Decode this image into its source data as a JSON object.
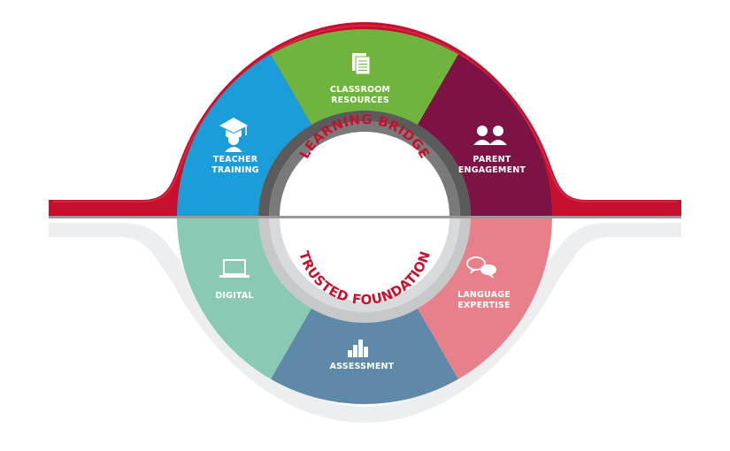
{
  "diagram": {
    "top_title": "LEARNING BRIDGE",
    "bottom_title": "TRUSTED FOUNDATION",
    "top_segments": [
      {
        "label_lines": [
          "TEACHER",
          "TRAINING"
        ],
        "icon": "graduation-cap-icon",
        "color": "#1b9dd9"
      },
      {
        "label_lines": [
          "CLASSROOM",
          "RESOURCES"
        ],
        "icon": "documents-icon",
        "color": "#6fb43f"
      },
      {
        "label_lines": [
          "PARENT",
          "ENGAGEMENT"
        ],
        "icon": "people-icon",
        "color": "#7d1244"
      }
    ],
    "bottom_segments": [
      {
        "label_lines": [
          "DIGITAL"
        ],
        "icon": "laptop-icon",
        "color": "#8ac9b3"
      },
      {
        "label_lines": [
          "ASSESSMENT"
        ],
        "icon": "bar-chart-icon",
        "color": "#5e89a8"
      },
      {
        "label_lines": [
          "LANGUAGE",
          "EXPERTISE"
        ],
        "icon": "speech-bubbles-icon",
        "color": "#e8808c"
      }
    ],
    "colors": {
      "bridge_red": "#c8102e",
      "bridge_shadow": "#e6e8ea",
      "ring_dark": "#5e5e5e",
      "ring_light": "#c7c8ca"
    }
  }
}
